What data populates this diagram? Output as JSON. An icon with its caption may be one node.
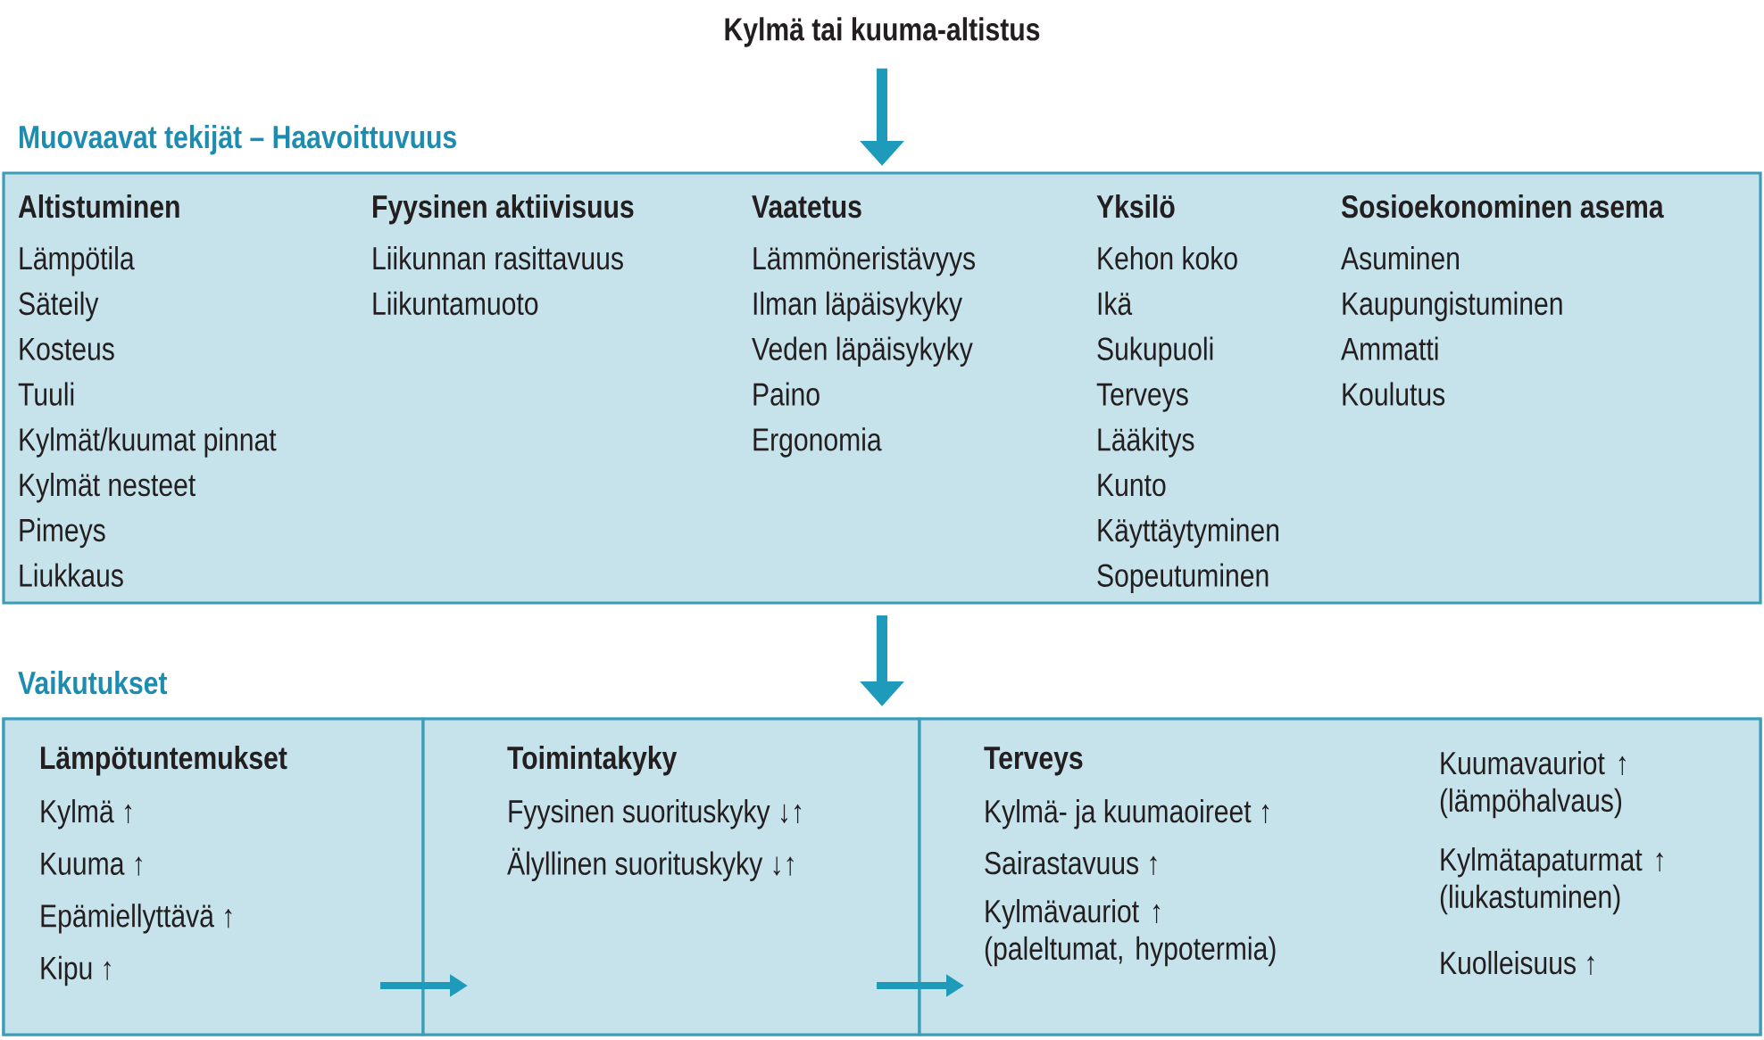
{
  "diagram": {
    "nodes": [
      {
        "text": [
          "Kylmä tai kuuma-altistus"
        ]
      },
      {
        "text": [
          "Muovaavat tekijät – Haavoittuvuus",
          "Altistuminen",
          "Lämpötila",
          "Säteily",
          "Kosteus",
          "Tuuli",
          "Kylmät/kuumat pinnat",
          "Kylmät nesteet",
          "Pimeys",
          "Liukkaus",
          "Fyysinen aktiivisuus",
          "Liikunnan rasittavuus",
          "Liikuntamuoto",
          "Vaatetus",
          "Lämmöneristävyys",
          "Ilman läpäisykyky",
          "Veden läpäisykyky",
          "Paino",
          "Ergonomia",
          "Yksilö",
          "Kehon koko",
          "Ikä",
          "Sukupuoli",
          "Terveys",
          "Lääkitys",
          "Kunto",
          "Käyttäytyminen",
          "Sopeutuminen",
          "Sosioekonominen asema",
          "Asuminen",
          "Kaupungistuminen",
          "Ammatti",
          "Koulutus"
        ]
      },
      {
        "text": [
          "Vaikutukset"
        ]
      },
      {
        "text": [
          "Lämpötuntemukset",
          "Kylmä ↑",
          "Kuuma ↑",
          "Epämiellyttävä ↑",
          "Kipu ↑"
        ],
        "in": 2
      },
      {
        "text": [
          "Toimintakyky",
          "Fyysinen suorituskyky ↓↑",
          "Älyllinen suorituskyky ↓↑"
        ],
        "in": 2
      },
      {
        "text": [
          "Terveys",
          "Kylmä- ja kuumaoireet ↑",
          "Sairastavuus ↑",
          "Kylmävauriot ↑ (paleltumat, hypotermia)",
          "Kuumavauriot ↑ (lämpöhalvaus)",
          "Kylmätapaturmat ↑ (liukastuminen)",
          "Kuolleisuus ↑"
        ],
        "in": 2
      }
    ],
    "edges": [
      {
        "from": 0,
        "to": 1,
        "arrow": "to"
      },
      {
        "from": 1,
        "to": 2,
        "arrow": "to"
      },
      {
        "from": 3,
        "to": 4,
        "arrow": "to"
      },
      {
        "from": 4,
        "to": 5,
        "arrow": "to"
      }
    ]
  }
}
